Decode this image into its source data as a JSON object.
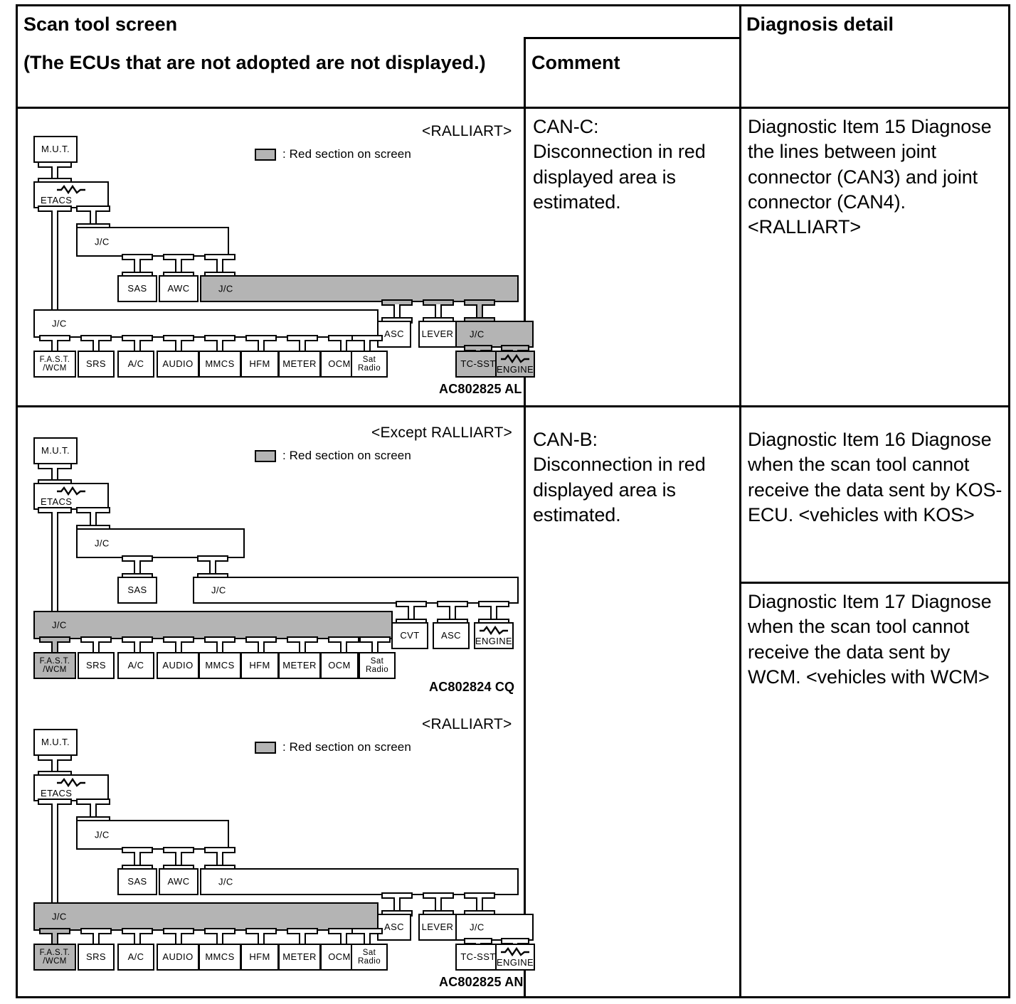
{
  "table": {
    "headers": {
      "scan_tool_screen": "Scan tool screen",
      "scan_tool_note": "(The ECUs that are not adopted are not displayed.)",
      "comment": "Comment",
      "diagnosis_detail": "Diagnosis detail"
    },
    "rows": [
      {
        "comment": "CAN-C:\nDisconnection in red displayed area is estimated.",
        "diagnosis": [
          "Diagnostic Item 15 Diagnose the lines between joint connector (CAN3) and joint connector (CAN4). <RALLIART>"
        ]
      },
      {
        "comment": "CAN-B:\nDisconnection in red displayed area is estimated.",
        "diagnosis": [
          "Diagnostic Item 16 Diagnose when the scan tool cannot receive the data sent by KOS-ECU. <vehicles with KOS>",
          "Diagnostic Item 17 Diagnose when the scan tool cannot receive the data sent by WCM. <vehicles with WCM>"
        ]
      }
    ]
  },
  "legend": {
    "text": ": Red section on screen",
    "swatch_color": "#b4b4b4"
  },
  "diagrams": [
    {
      "id": "diagram-can-c-ralliart",
      "variant_tag": "<RALLIART>",
      "code": "AC802825 AL",
      "nodes": {
        "mut": "M.U.T.",
        "etacs": "ETACS",
        "jc_upper": "J/C",
        "sas": "SAS",
        "awc": "AWC",
        "jc_mid": "J/C",
        "jc_lower": "J/C",
        "asc": "ASC",
        "lever": "LEVER",
        "jc_right": "J/C",
        "tc_sst": "TC-SST",
        "engine": "ENGINE"
      },
      "bottom_ecus": [
        "F.A.S.T.\n/WCM",
        "SRS",
        "A/C",
        "AUDIO",
        "MMCS",
        "HFM",
        "METER",
        "OCM",
        "Sat\nRadio"
      ],
      "highlighted": [
        "jc_mid",
        "jc_right",
        "tc_sst",
        "engine"
      ]
    },
    {
      "id": "diagram-can-b-except-ralliart",
      "variant_tag": "<Except RALLIART>",
      "code": "AC802824 CQ",
      "nodes": {
        "mut": "M.U.T.",
        "etacs": "ETACS",
        "jc_upper": "J/C",
        "sas": "SAS",
        "jc_mid": "J/C",
        "jc_lower": "J/C",
        "cvt": "CVT",
        "asc": "ASC",
        "engine": "ENGINE"
      },
      "bottom_ecus": [
        "F.A.S.T.\n/WCM",
        "SRS",
        "A/C",
        "AUDIO",
        "MMCS",
        "HFM",
        "METER",
        "OCM",
        "Sat\nRadio"
      ],
      "highlighted": [
        "jc_lower",
        "fast_wcm"
      ]
    },
    {
      "id": "diagram-can-b-ralliart",
      "variant_tag": "<RALLIART>",
      "code": "AC802825 AN",
      "nodes": {
        "mut": "M.U.T.",
        "etacs": "ETACS",
        "jc_upper": "J/C",
        "sas": "SAS",
        "awc": "AWC",
        "jc_mid": "J/C",
        "jc_lower": "J/C",
        "asc": "ASC",
        "lever": "LEVER",
        "jc_right": "J/C",
        "tc_sst": "TC-SST",
        "engine": "ENGINE"
      },
      "bottom_ecus": [
        "F.A.S.T.\n/WCM",
        "SRS",
        "A/C",
        "AUDIO",
        "MMCS",
        "HFM",
        "METER",
        "OCM",
        "Sat\nRadio"
      ],
      "highlighted": [
        "jc_lower",
        "fast_wcm"
      ]
    }
  ]
}
